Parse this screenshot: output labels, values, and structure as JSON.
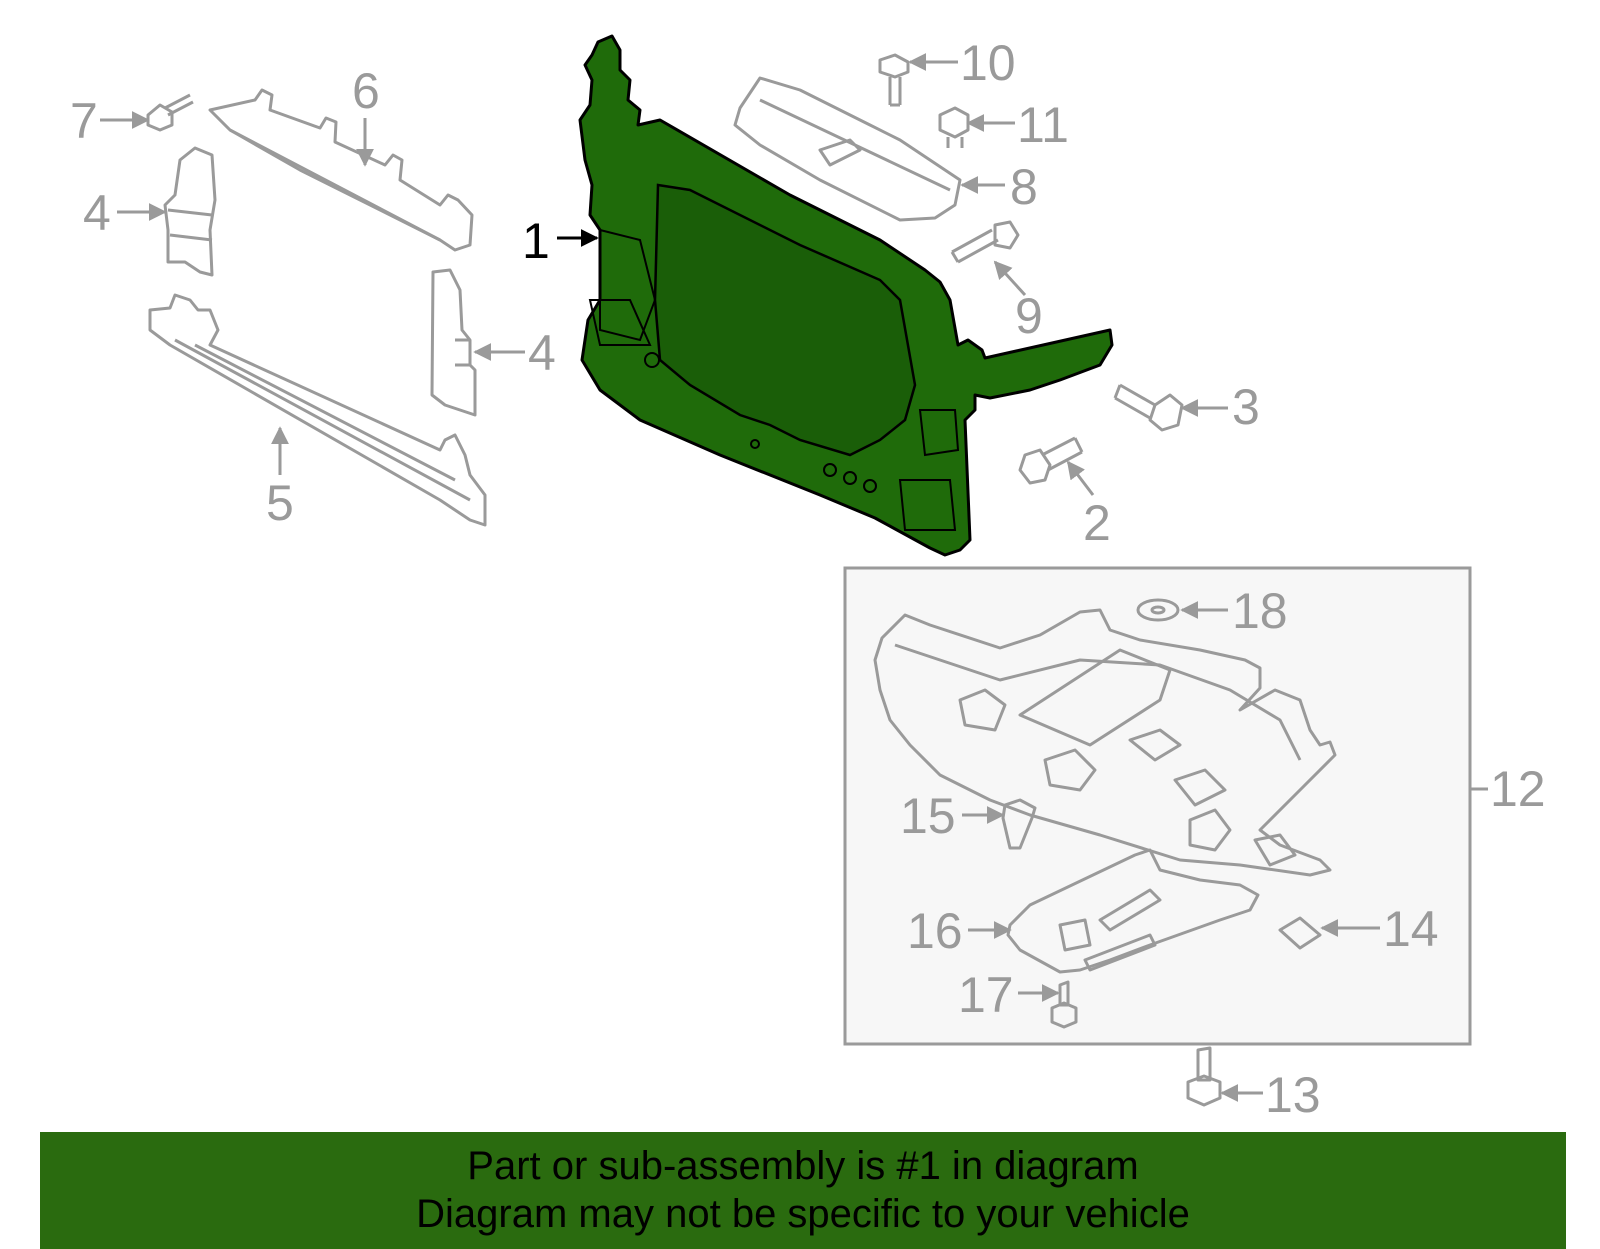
{
  "callouts": [
    "1",
    "2",
    "3",
    "4",
    "4",
    "5",
    "6",
    "7",
    "8",
    "9",
    "10",
    "11",
    "12",
    "13",
    "14",
    "15",
    "16",
    "17",
    "18"
  ],
  "highlighted_part": "1",
  "colors": {
    "highlight_fill": "#1f6b0a",
    "banner_bg": "#2a6b0f",
    "line_gray": "#9a9a9a",
    "kit_box_bg": "#f7f7f7"
  },
  "banner": {
    "line1": "Part or sub-assembly is #1 in diagram",
    "line2": "Diagram may not be specific to your vehicle"
  }
}
